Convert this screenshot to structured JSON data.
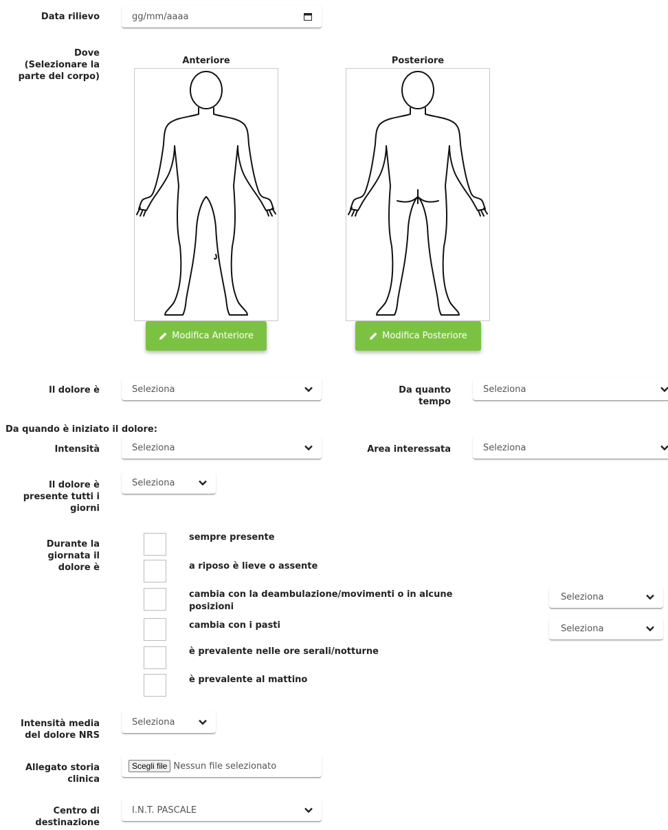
{
  "data_rilievo": {
    "label": "Data rilievo",
    "placeholder": "gg/mm/aaaa"
  },
  "dove": {
    "label_lines": [
      "Dove",
      "(Selezionare la",
      "parte del corpo)"
    ],
    "anterior": {
      "title": "Anteriore",
      "button": "Modifica Anteriore"
    },
    "posterior": {
      "title": "Posteriore",
      "button": "Modifica Posteriore"
    }
  },
  "il_dolore_e": {
    "label": "Il dolore è",
    "value": "Seleziona"
  },
  "da_quanto_tempo": {
    "label_lines": [
      "Da quanto",
      "tempo"
    ],
    "value": "Seleziona"
  },
  "section_heading": "Da quando è iniziato il dolore:",
  "intensita": {
    "label": "Intensità",
    "value": "Seleziona"
  },
  "area_interessata": {
    "label": "Area interessata",
    "value": "Seleziona"
  },
  "tutti_i_giorni": {
    "label_lines": [
      "Il dolore è",
      "presente tutti i",
      "giorni"
    ],
    "value": "Seleziona"
  },
  "durante_giornata": {
    "label_lines": [
      "Durante la",
      "giornata il",
      "dolore è"
    ],
    "options": [
      {
        "text_lines": [
          "sempre presente"
        ]
      },
      {
        "text_lines": [
          "a riposo è lieve o assente"
        ]
      },
      {
        "text_lines": [
          "cambia con la deambulazione/movimenti o in alcune",
          "posizioni"
        ],
        "select": "Seleziona"
      },
      {
        "text_lines": [
          "cambia con i pasti"
        ],
        "select": "Seleziona"
      },
      {
        "text_lines": [
          "è prevalente nelle ore serali/notturne"
        ]
      },
      {
        "text_lines": [
          "è prevalente al mattino"
        ]
      }
    ]
  },
  "intensita_media": {
    "label_lines": [
      "Intensità media",
      "del dolore NRS"
    ],
    "value": "Seleziona"
  },
  "allegato": {
    "label_lines": [
      "Allegato storia",
      "clinica"
    ],
    "button": "Scegli file",
    "status": "Nessun file selezionato"
  },
  "centro": {
    "label_lines": [
      "Centro di",
      "destinazione"
    ],
    "value": "I.N.T. PASCALE"
  }
}
